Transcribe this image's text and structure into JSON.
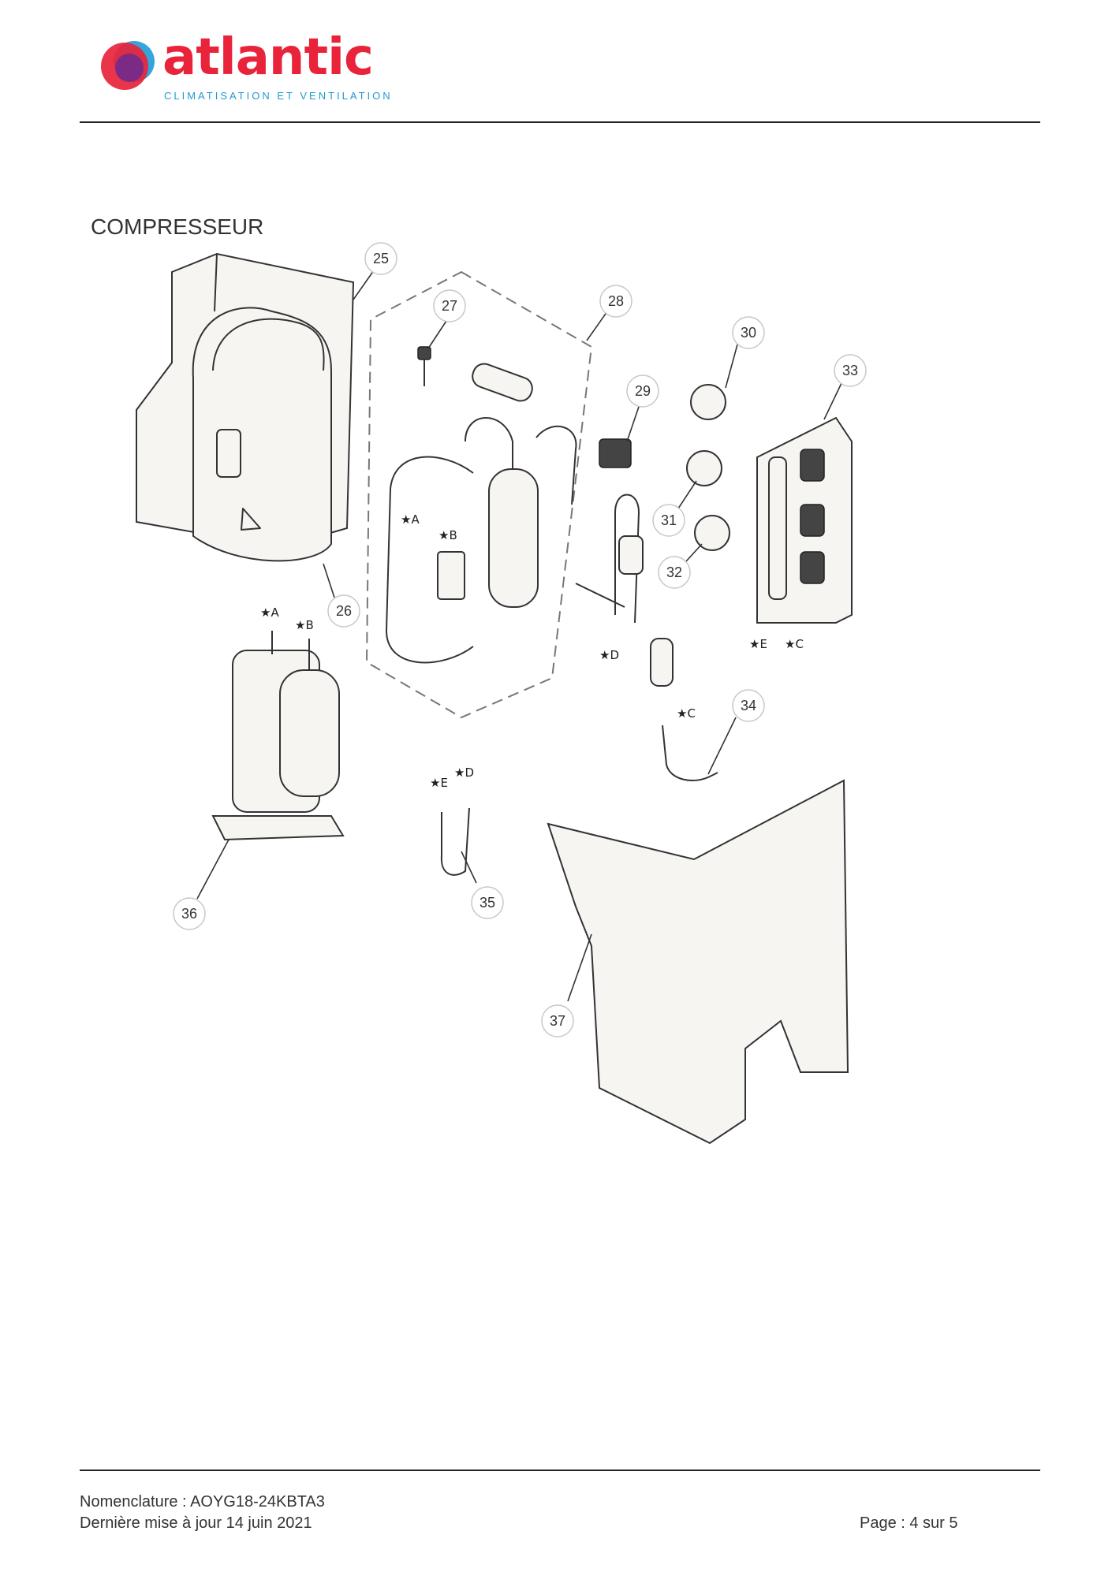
{
  "header": {
    "brand": "atlantic",
    "tagline": "CLIMATISATION ET VENTILATION"
  },
  "section_title": "COMPRESSEUR",
  "callouts": [
    "25",
    "26",
    "27",
    "28",
    "29",
    "30",
    "31",
    "32",
    "33",
    "34",
    "35",
    "36",
    "37"
  ],
  "connection_marks": {
    "a": "★A",
    "b": "★B",
    "c": "★C",
    "d": "★D",
    "e": "★E"
  },
  "footer": {
    "nomenclature": "Nomenclature : AOYG18-24KBTA3",
    "updated": "Dernière mise à jour 14 juin 2021",
    "page": "Page : 4 sur 5"
  },
  "colors": {
    "brand_red": "#e8233a",
    "brand_blue": "#1f9ad6",
    "brand_purple": "#7b2a86"
  }
}
